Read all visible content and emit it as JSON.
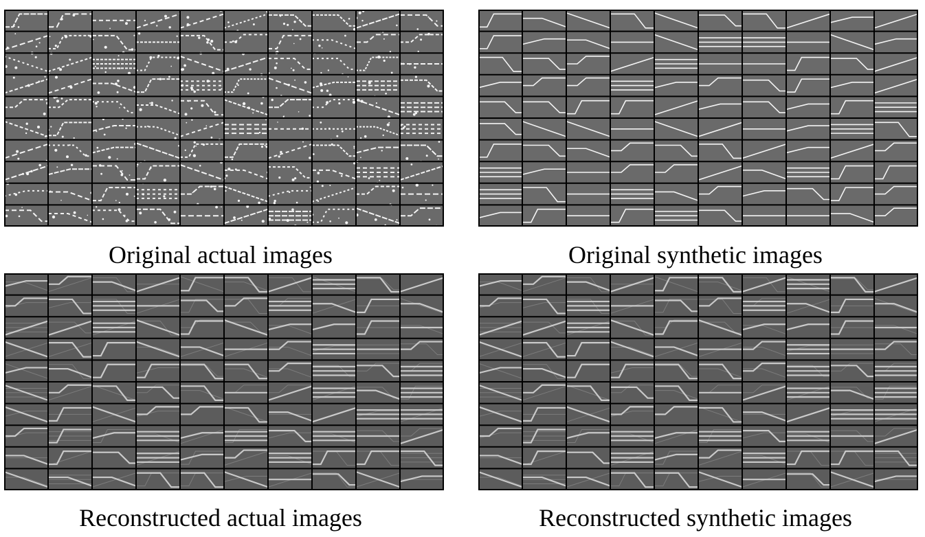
{
  "panels": [
    {
      "caption": "Original actual images",
      "style": "actual",
      "background": "#6a6a6a",
      "stroke": "#f4f4f4"
    },
    {
      "caption": "Original synthetic images",
      "style": "synthetic",
      "background": "#6a6a6a",
      "stroke": "#f4f4f4"
    },
    {
      "caption": "Reconstructed actual images",
      "style": "reconstructed",
      "background": "#5c5c5c",
      "stroke": "#dcdcdc"
    },
    {
      "caption": "Reconstructed synthetic images",
      "style": "reconstructed",
      "background": "#5c5c5c",
      "stroke": "#dcdcdc"
    }
  ],
  "grid": {
    "columns": 10,
    "rows": 10,
    "divider_color": "#000000"
  }
}
